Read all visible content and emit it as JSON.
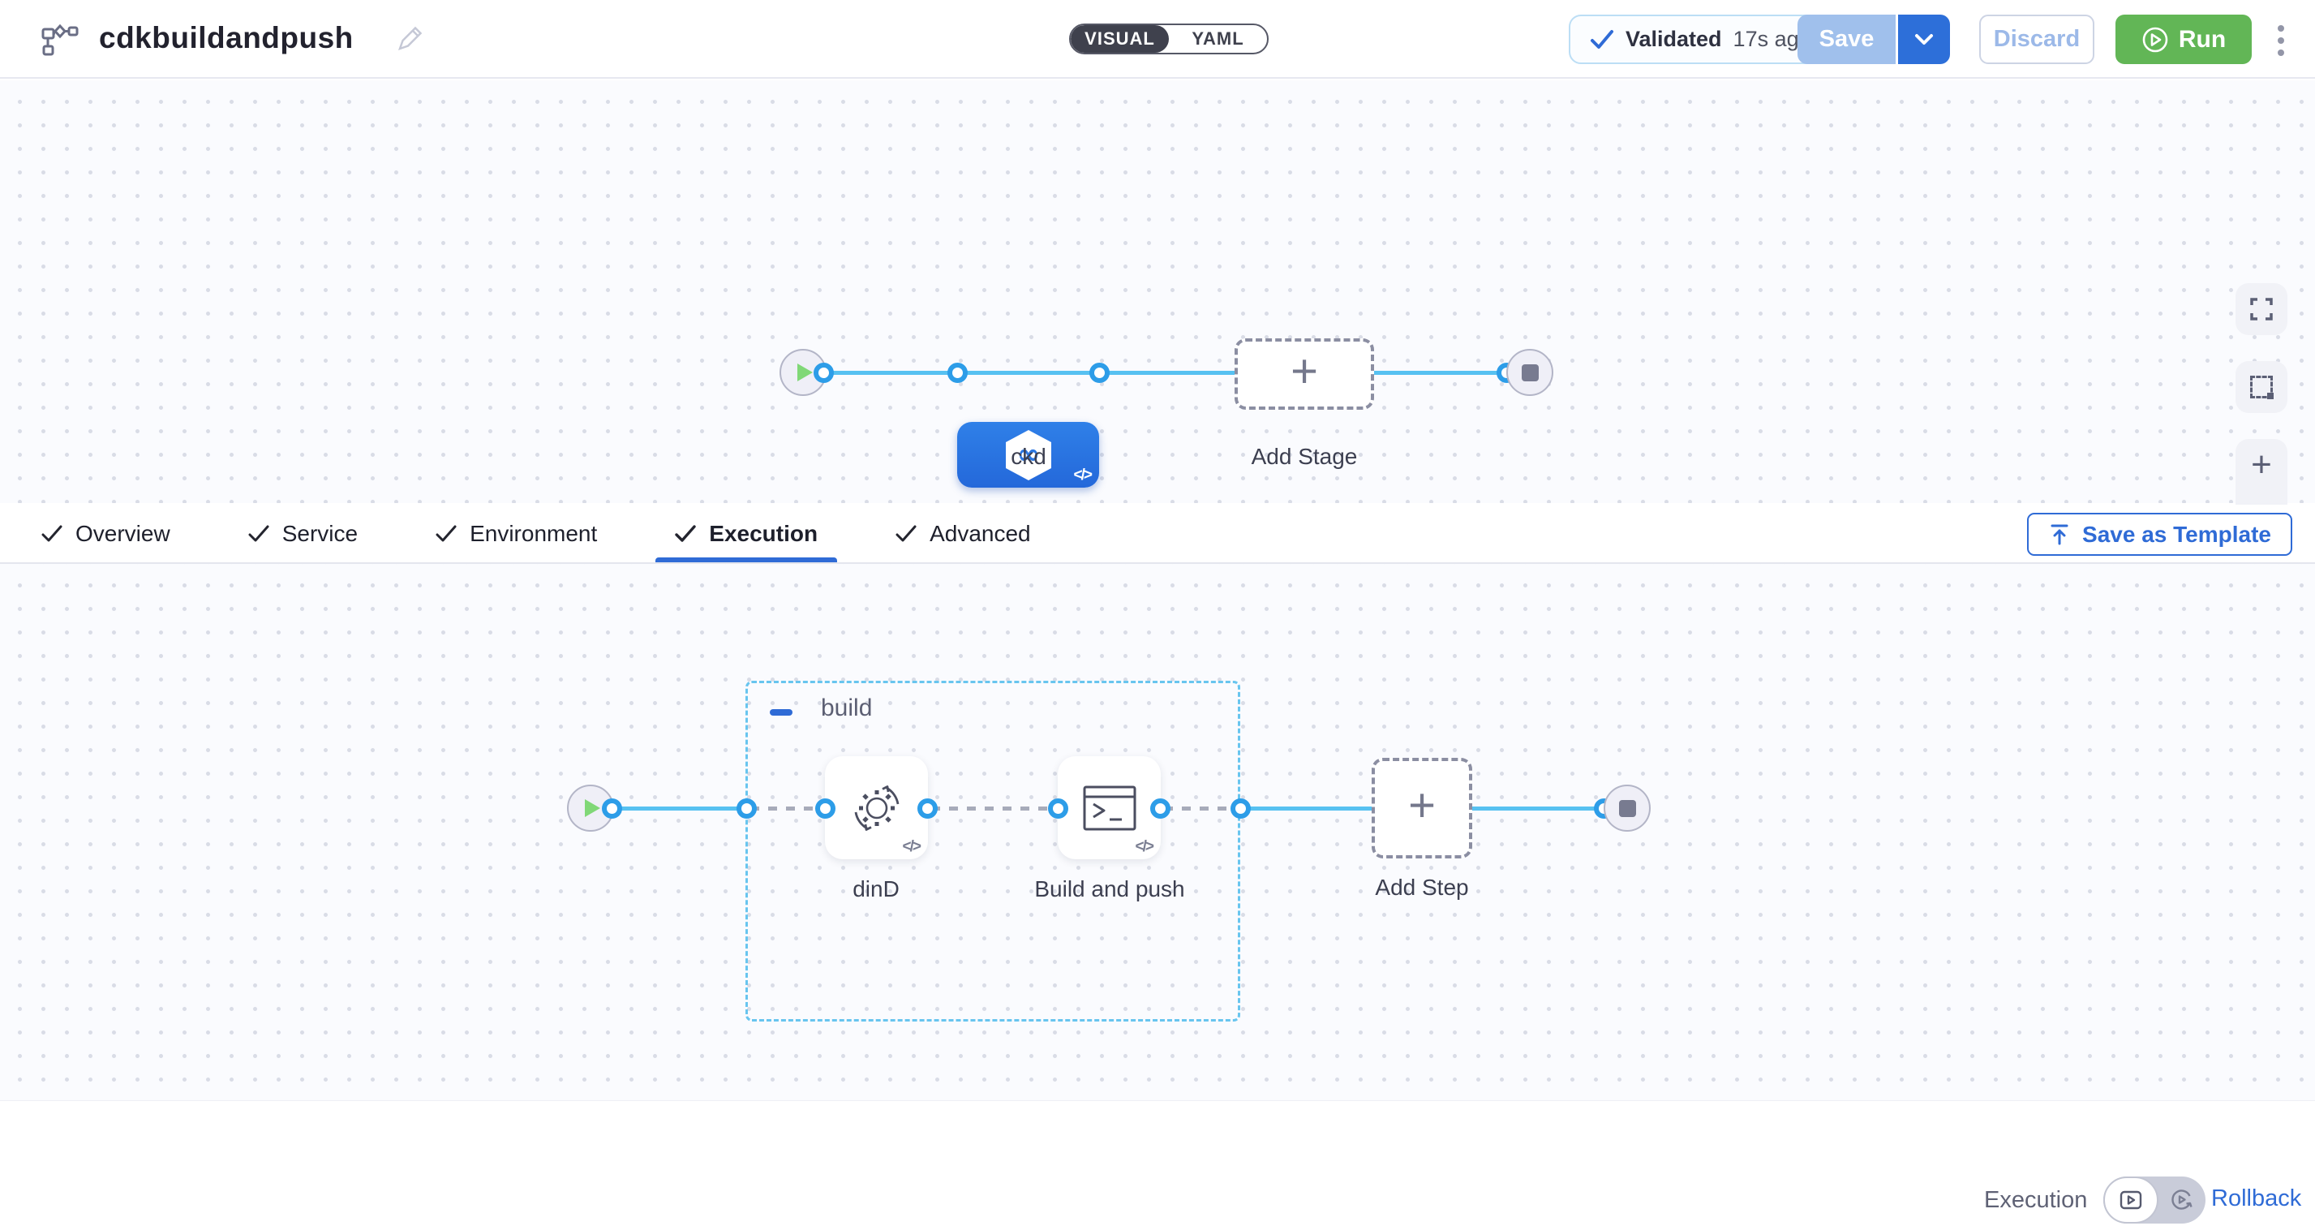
{
  "header": {
    "title": "cdkbuildandpush",
    "mode_visual": "VISUAL",
    "mode_yaml": "YAML",
    "validated_label": "Validated",
    "validated_time": "17s ago",
    "save": "Save",
    "discard": "Discard",
    "run": "Run"
  },
  "tabs": [
    {
      "label": "Overview",
      "checked": true,
      "active": false
    },
    {
      "label": "Service",
      "checked": true,
      "active": false
    },
    {
      "label": "Environment",
      "checked": true,
      "active": false
    },
    {
      "label": "Execution",
      "checked": true,
      "active": true
    },
    {
      "label": "Advanced",
      "checked": true,
      "active": false
    }
  ],
  "save_as_template": "Save as Template",
  "pipeline": {
    "stage_label": "ckd",
    "add_stage": "Add Stage"
  },
  "execution": {
    "panel_label": "Execution",
    "rollback": "Rollback",
    "group_label": "build",
    "steps": [
      {
        "label": "dinD"
      },
      {
        "label": "Build and push"
      }
    ],
    "add_step": "Add Step"
  },
  "colors": {
    "accent_blue": "#2f6bd6",
    "stage_blue": "#2b77e2",
    "connector_blue": "#57c1f1",
    "port_blue": "#2d9de8",
    "run_green": "#62b656",
    "group_border": "#68c5ef"
  }
}
